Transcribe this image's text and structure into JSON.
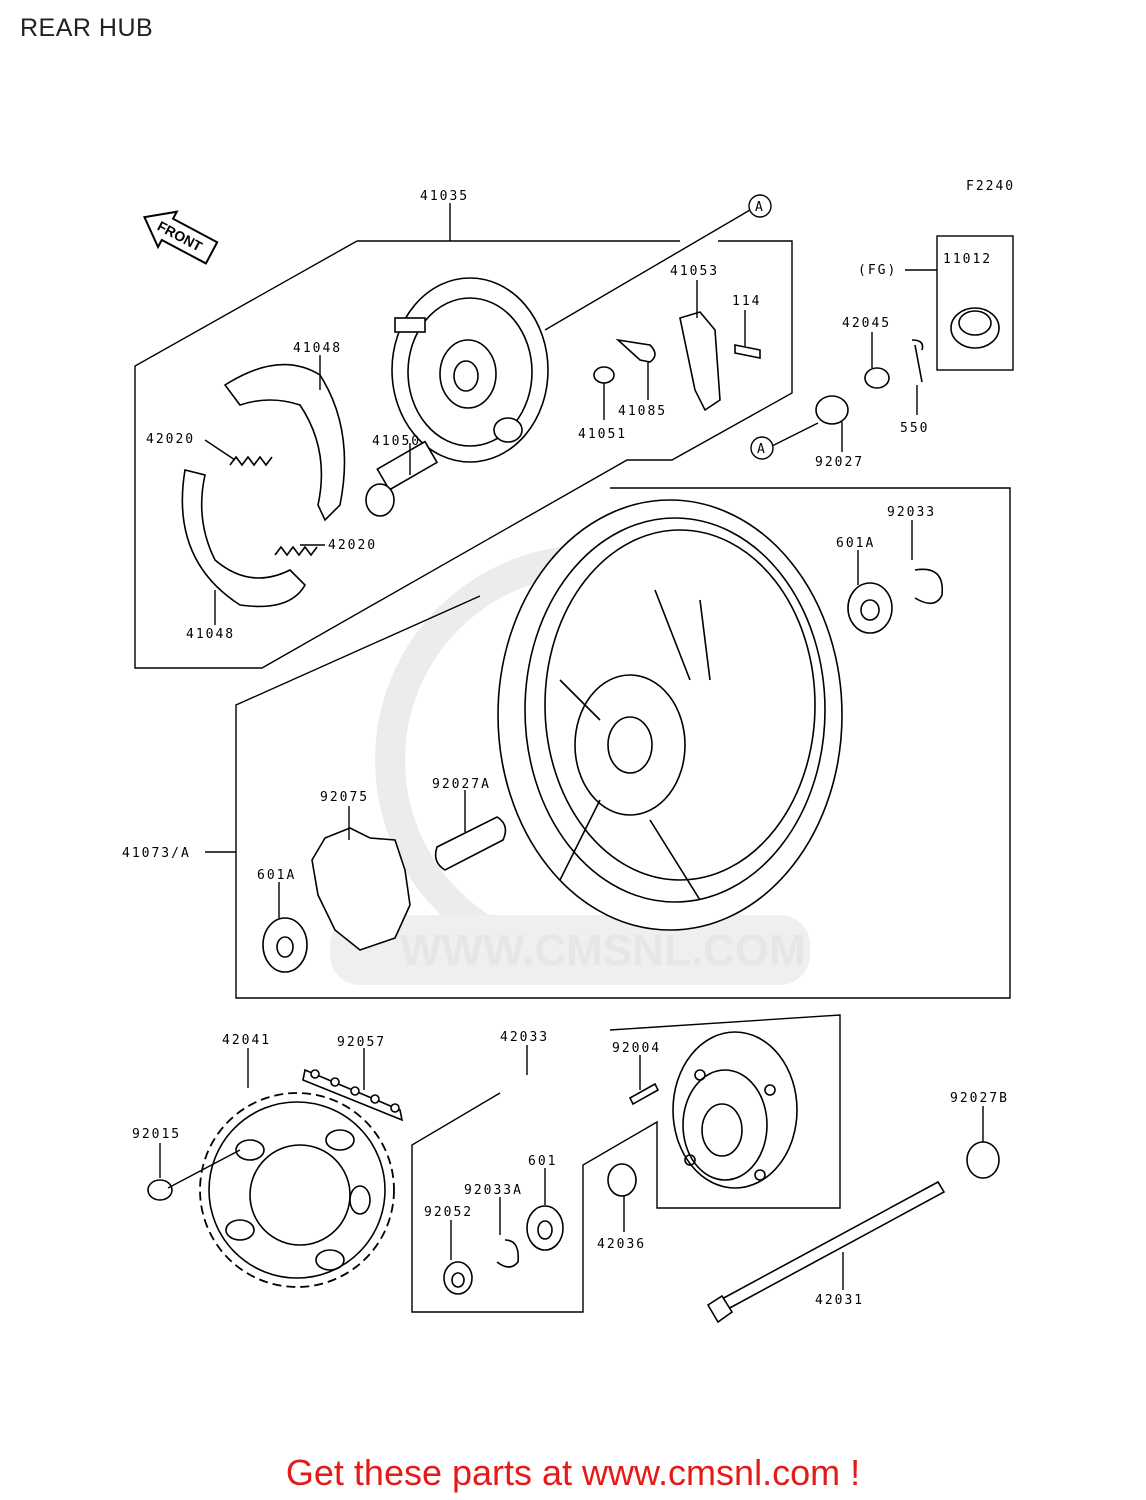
{
  "title": "REAR HUB",
  "figure_code": "F2240",
  "front_label": "FRONT",
  "ref_marker": "A",
  "fg_label": "(FG)",
  "watermark": "WWW.CMSNL.COM",
  "footer": "Get these parts at www.cmsnl.com !",
  "part_labels": {
    "p41035": "41035",
    "p41048a": "41048",
    "p41048b": "41048",
    "p42020a": "42020",
    "p42020b": "42020",
    "p41050": "41050",
    "p41051": "41051",
    "p41085": "41085",
    "p41053": "41053",
    "p114": "114",
    "p42045": "42045",
    "p11012": "11012",
    "p550": "550",
    "p92027": "92027",
    "p92033": "92033",
    "p601Aa": "601A",
    "p601Ab": "601A",
    "p92075": "92075",
    "p92027A": "92027A",
    "p41073A": "41073/A",
    "p42041": "42041",
    "p92057": "92057",
    "p42033": "42033",
    "p92004": "92004",
    "p92027B": "92027B",
    "p92015": "92015",
    "p601": "601",
    "p92033A": "92033A",
    "p92052": "92052",
    "p42036": "42036",
    "p42031": "42031"
  }
}
